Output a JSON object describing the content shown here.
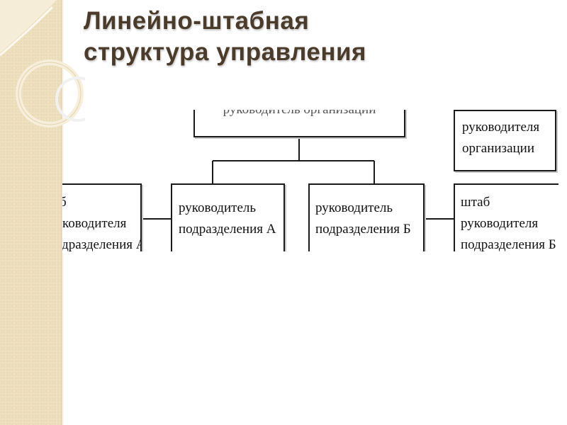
{
  "slide": {
    "title_line1": "Линейно-штабная",
    "title_line2": "структура управления"
  },
  "diagram": {
    "top_box": {
      "line1": "руководитель организации"
    },
    "top_staff_box": {
      "line1": "руководителя",
      "line2": "организации"
    },
    "staff_a_box": {
      "line1": "б",
      "line2": "ководителя",
      "line3": "подразделения А"
    },
    "manager_a_box": {
      "line1": "руководитель",
      "line2": "подразделения А"
    },
    "manager_b_box": {
      "line1": "руководитель",
      "line2": "подразделения Б"
    },
    "staff_b_box": {
      "line1": "штаб",
      "line2": "руководителя",
      "line3": "подразделения Б"
    }
  },
  "colors": {
    "title": "#4a3b2b",
    "band": "#efe1bf",
    "line": "#1a1a1a"
  }
}
